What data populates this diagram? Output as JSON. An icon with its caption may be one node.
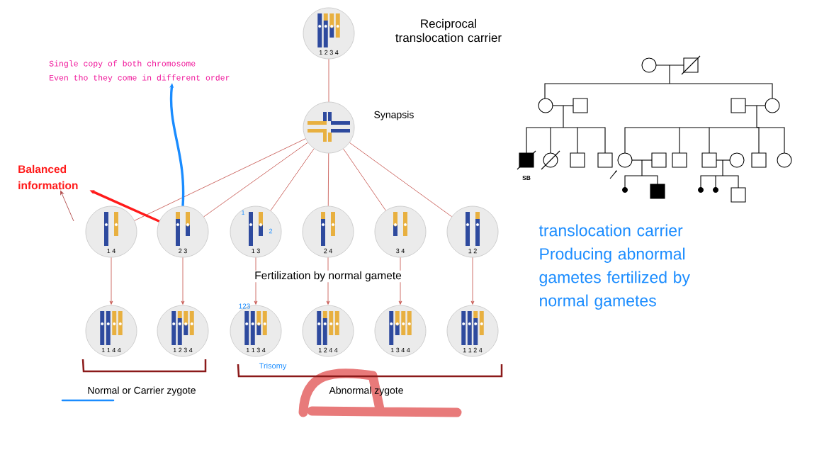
{
  "diagram": {
    "nodes": [
      {
        "text": [
          "Reciprocal translocation carrier",
          "1 2 3 4"
        ]
      },
      {
        "text": [
          "Synapsis"
        ]
      },
      {
        "text": [
          "1 4"
        ]
      },
      {
        "text": [
          "2 3"
        ]
      },
      {
        "text": [
          "1 3"
        ]
      },
      {
        "text": [
          "2 4"
        ]
      },
      {
        "text": [
          "3 4"
        ]
      },
      {
        "text": [
          "1 2"
        ]
      },
      {
        "text": [
          "1 1 4 4"
        ]
      },
      {
        "text": [
          "1 2 3 4"
        ]
      },
      {
        "text": [
          "1 1 3 4"
        ]
      },
      {
        "text": [
          "1 2 4 4"
        ]
      },
      {
        "text": [
          "1 3 4 4"
        ]
      },
      {
        "text": [
          "1 1 2 4"
        ]
      },
      {
        "text": [
          "Balanced information"
        ]
      },
      {
        "text": [
          "Single copy of both chromosome",
          "Even tho they come in different order"
        ]
      }
    ],
    "edges": [
      {
        "from": 0,
        "to": 1,
        "arrow": "none"
      },
      {
        "from": 1,
        "to": 2,
        "arrow": "none"
      },
      {
        "from": 1,
        "to": 3,
        "arrow": "none"
      },
      {
        "from": 1,
        "to": 4,
        "arrow": "none"
      },
      {
        "from": 1,
        "to": 5,
        "arrow": "none"
      },
      {
        "from": 1,
        "to": 6,
        "arrow": "none"
      },
      {
        "from": 1,
        "to": 7,
        "arrow": "none"
      },
      {
        "from": 2,
        "to": 8,
        "arrow": "to"
      },
      {
        "from": 3,
        "to": 9,
        "arrow": "to"
      },
      {
        "from": 4,
        "to": 10,
        "arrow": "to"
      },
      {
        "from": 5,
        "to": 11,
        "arrow": "to"
      },
      {
        "from": 6,
        "to": 12,
        "arrow": "to"
      },
      {
        "from": 7,
        "to": 13,
        "arrow": "to"
      },
      {
        "from": 3,
        "to": 14,
        "arrow": "to",
        "style": "thick",
        "color": "#ff1a1a"
      },
      {
        "from": null,
        "to": 14,
        "arrow": "to",
        "color": "#b04a4a"
      },
      {
        "from": 3,
        "to": 15,
        "arrow": "to",
        "style": "thick",
        "color": "#1a8cff"
      }
    ],
    "labels": [
      "SB",
      "1",
      "2",
      "translocation carrier Producing abnormal gametes fertilized by normal gametes",
      "Fertilization by normal gamete",
      "123",
      "Trisomy",
      "Normal or Carrier zygote",
      "Abnormal zygote"
    ]
  }
}
